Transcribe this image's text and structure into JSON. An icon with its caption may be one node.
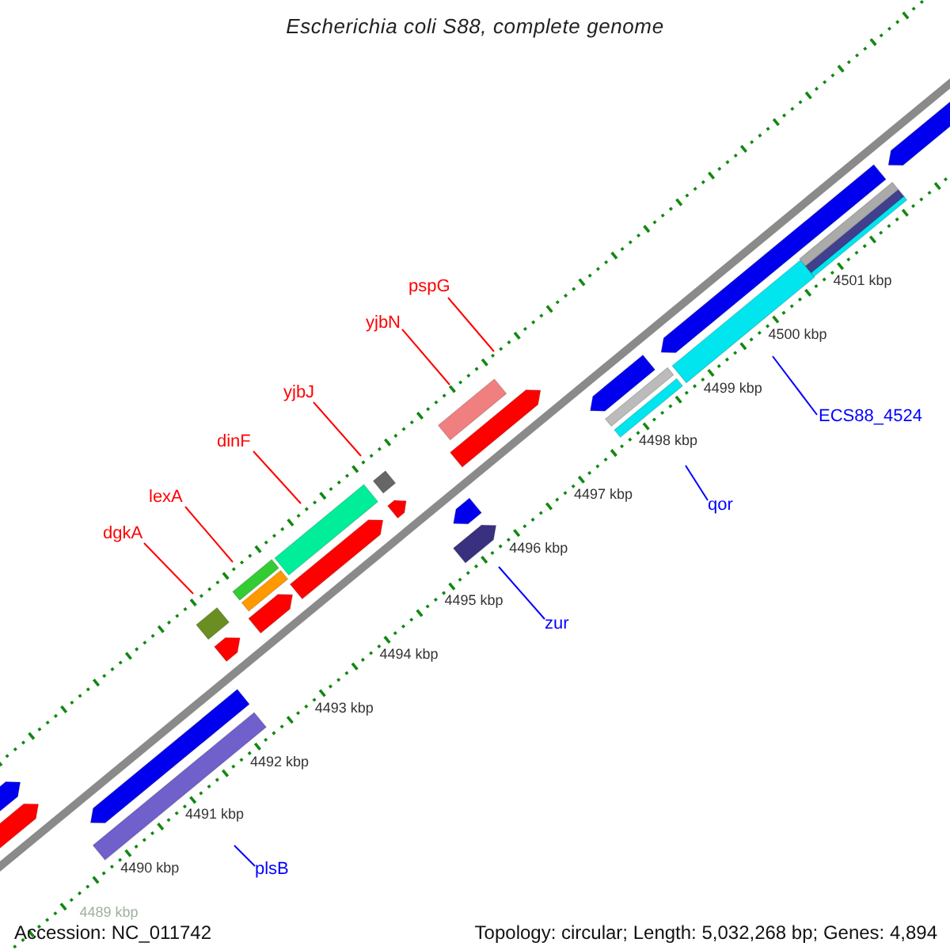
{
  "diagram": {
    "title": "Escherichia coli S88, complete genome",
    "nodes": [
      {
        "text": [
          "pspG"
        ]
      },
      {
        "text": [
          "yjbN"
        ]
      },
      {
        "text": [
          "yjbJ"
        ]
      },
      {
        "text": [
          "dinF"
        ]
      },
      {
        "text": [
          "lexA"
        ]
      },
      {
        "text": [
          "dgkA"
        ]
      },
      {
        "text": [
          "ECS88_4524"
        ]
      },
      {
        "text": [
          "qor"
        ]
      },
      {
        "text": [
          "zur"
        ]
      },
      {
        "text": [
          "plsB"
        ]
      }
    ],
    "edges": [
      {
        "from": 0,
        "to": null,
        "arrow": "none"
      },
      {
        "from": 1,
        "to": null,
        "arrow": "none"
      },
      {
        "from": 2,
        "to": null,
        "arrow": "none"
      },
      {
        "from": 3,
        "to": null,
        "arrow": "none"
      },
      {
        "from": 4,
        "to": null,
        "arrow": "none"
      },
      {
        "from": 5,
        "to": null,
        "arrow": "none"
      },
      {
        "from": 6,
        "to": null,
        "arrow": "none",
        "color": "#0000ff"
      },
      {
        "from": 7,
        "to": null,
        "arrow": "none",
        "color": "#0000ff"
      },
      {
        "from": 8,
        "to": null,
        "arrow": "none",
        "color": "#0000ff"
      },
      {
        "from": 9,
        "to": null,
        "arrow": "none",
        "color": "#0000ff"
      }
    ],
    "labels": [
      "4501 kbp",
      "4500 kbp",
      "4499 kbp",
      "4498 kbp",
      "4497 kbp",
      "4496 kbp",
      "4495 kbp",
      "4494 kbp",
      "4493 kbp",
      "4492 kbp",
      "4491 kbp",
      "4490 kbp",
      "4489 kbp",
      "Accession: NC_011742",
      "Topology: circular; Length: 5,032,268 bp; Genes: 4,894"
    ]
  }
}
